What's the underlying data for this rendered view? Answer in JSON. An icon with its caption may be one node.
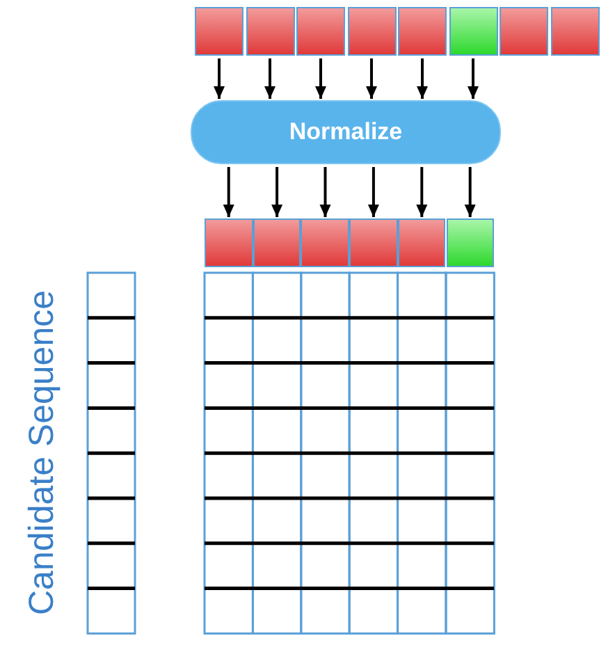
{
  "diagram": {
    "nodes": [
      {
        "text": [],
        "shape": "box"
      },
      {
        "text": [],
        "shape": "box"
      },
      {
        "text": [],
        "shape": "box"
      },
      {
        "text": [],
        "shape": "box"
      },
      {
        "text": [],
        "shape": "box"
      },
      {
        "text": [],
        "shape": "box"
      },
      {
        "text": [],
        "shape": "box"
      },
      {
        "text": [],
        "shape": "box"
      },
      {
        "text": [
          "Normalize"
        ]
      },
      {
        "text": [],
        "shape": "box"
      },
      {
        "text": [],
        "shape": "box"
      },
      {
        "text": [],
        "shape": "box"
      },
      {
        "text": [],
        "shape": "box"
      },
      {
        "text": [],
        "shape": "box"
      },
      {
        "text": [],
        "shape": "box"
      }
    ],
    "edges": [
      {
        "from": 0,
        "to": 8,
        "arrow": "to"
      },
      {
        "from": 1,
        "to": 8,
        "arrow": "to"
      },
      {
        "from": 2,
        "to": 8,
        "arrow": "to"
      },
      {
        "from": 3,
        "to": 8,
        "arrow": "to"
      },
      {
        "from": 4,
        "to": 8,
        "arrow": "to"
      },
      {
        "from": 5,
        "to": 8,
        "arrow": "to"
      },
      {
        "from": 8,
        "to": 9,
        "arrow": "to"
      },
      {
        "from": 8,
        "to": 10,
        "arrow": "to"
      },
      {
        "from": 8,
        "to": 11,
        "arrow": "to"
      },
      {
        "from": 8,
        "to": 12,
        "arrow": "to"
      },
      {
        "from": 8,
        "to": 13,
        "arrow": "to"
      },
      {
        "from": 8,
        "to": 14,
        "arrow": "to"
      }
    ],
    "labels": [
      "Candidate Sequence"
    ]
  }
}
